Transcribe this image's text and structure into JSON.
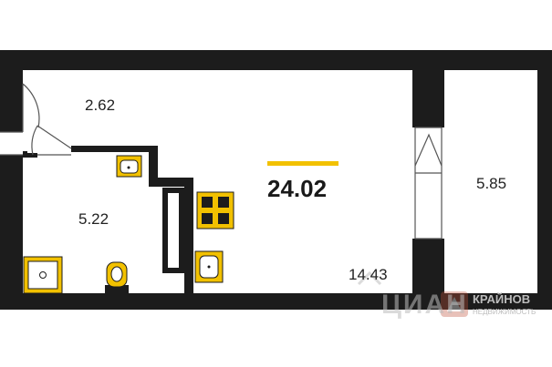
{
  "plan": {
    "total_area": "24.02",
    "rooms": [
      {
        "id": "hallway",
        "area": "2.62"
      },
      {
        "id": "bathroom",
        "area": "5.22"
      },
      {
        "id": "living",
        "area": "14.43"
      },
      {
        "id": "balcony",
        "area": "5.85"
      }
    ],
    "accent_color": "#F2C100",
    "wall_color": "#1c1c1c"
  },
  "watermark": {
    "site": "ЦИАН",
    "brand": "КРАЙНОВ",
    "subtitle": "НЕДВИЖИМОСТЬ"
  }
}
